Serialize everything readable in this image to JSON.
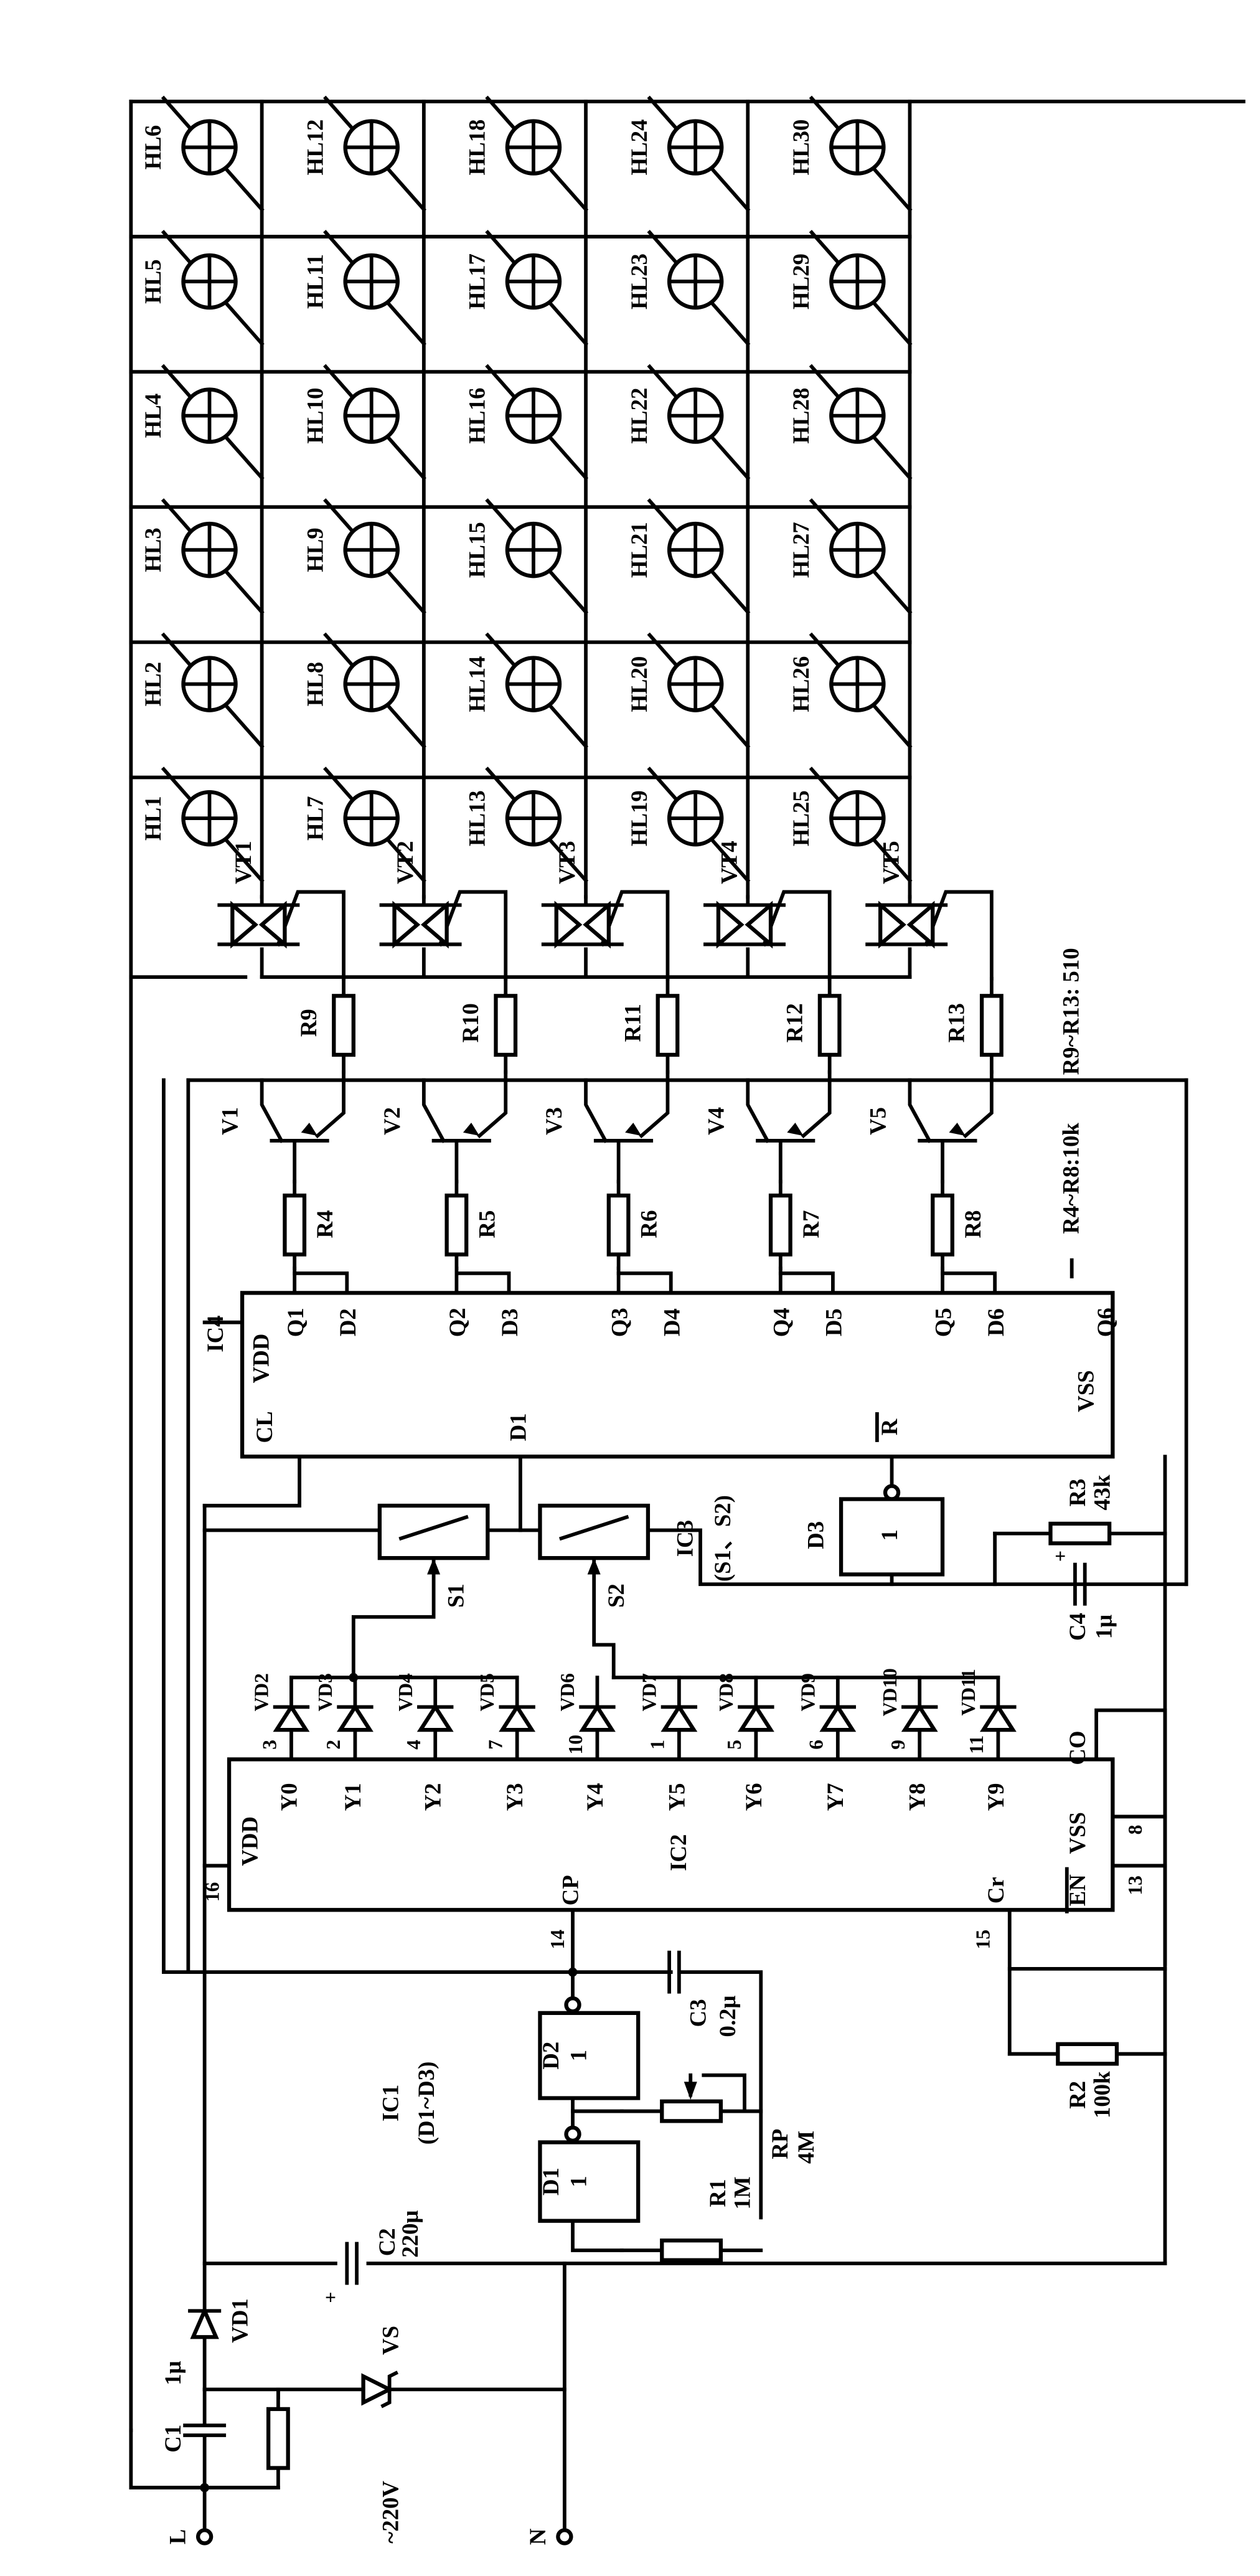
{
  "lamps": [
    [
      "HL1",
      "HL2",
      "HL3",
      "HL4",
      "HL5",
      "HL6"
    ],
    [
      "HL7",
      "HL8",
      "HL9",
      "HL10",
      "HL11",
      "HL12"
    ],
    [
      "HL13",
      "HL14",
      "HL15",
      "HL16",
      "HL17",
      "HL18"
    ],
    [
      "HL19",
      "HL20",
      "HL21",
      "HL22",
      "HL23",
      "HL24"
    ],
    [
      "HL25",
      "HL26",
      "HL27",
      "HL28",
      "HL29",
      "HL30"
    ]
  ],
  "triacs": [
    "VT1",
    "VT2",
    "VT3",
    "VT4",
    "VT5"
  ],
  "gate_resistors": [
    "R9",
    "R10",
    "R11",
    "R12",
    "R13"
  ],
  "gate_resistor_note": "R9~R13: 510",
  "transistors": [
    "V1",
    "V2",
    "V3",
    "V4",
    "V5"
  ],
  "base_resistors": [
    "R4",
    "R5",
    "R6",
    "R7",
    "R8"
  ],
  "base_resistor_note": "R4~R8:10k",
  "ic4": {
    "label": "IC4",
    "top_pins": [
      "Q1",
      "D2",
      "Q2",
      "D3",
      "Q3",
      "D4",
      "Q4",
      "D5",
      "Q5",
      "D6",
      "Q6"
    ],
    "vdd": "VDD",
    "cl": "CL",
    "d1": "D1",
    "reset": "R",
    "vss": "VSS"
  },
  "ic3": {
    "label": "IC3",
    "sub": "(S1、S2)",
    "switches": [
      "S1",
      "S2"
    ]
  },
  "d3": {
    "label": "D3",
    "inner": "1"
  },
  "r3": {
    "name": "R3",
    "value": "43k"
  },
  "c4": {
    "name": "C4",
    "value": "1μ",
    "polarity": "+"
  },
  "ic2": {
    "label": "IC2",
    "outputs": [
      "Y0",
      "Y1",
      "Y2",
      "Y3",
      "Y4",
      "Y5",
      "Y6",
      "Y7",
      "Y8",
      "Y9"
    ],
    "output_pin_numbers": [
      "3",
      "2",
      "4",
      "7",
      "10",
      "1",
      "5",
      "6",
      "9",
      "11"
    ],
    "vdd": "VDD",
    "vdd_pin": "16",
    "cp": "CP",
    "cp_pin": "14",
    "cr": "Cr",
    "cr_pin": "15",
    "en": "EN",
    "en_pin": "13",
    "vss": "VSS",
    "vss_pin": "8",
    "co": "CO"
  },
  "diodes": [
    "VD2",
    "VD3",
    "VD4",
    "VD5",
    "VD6",
    "VD7",
    "VD8",
    "VD9",
    "VD10",
    "VD11"
  ],
  "c3": {
    "name": "C3",
    "value": "0.2μ"
  },
  "gates": [
    {
      "label": "D2",
      "inner": "1"
    },
    {
      "label": "D1",
      "inner": "1"
    }
  ],
  "rp": {
    "name": "RP",
    "value": "4M"
  },
  "r1": {
    "name": "R1",
    "value": "1M"
  },
  "r2": {
    "name": "R2",
    "value": "100k"
  },
  "ic1": {
    "label": "IC1",
    "sub": "(D1~D3)"
  },
  "c2": {
    "name": "C2",
    "value": "220μ",
    "polarity": "+"
  },
  "vd1": "VD1",
  "vs": "VS",
  "c1": {
    "name": "C1",
    "value": "1μ"
  },
  "terminals": {
    "l": "L",
    "n": "N",
    "supply": "~220V"
  }
}
